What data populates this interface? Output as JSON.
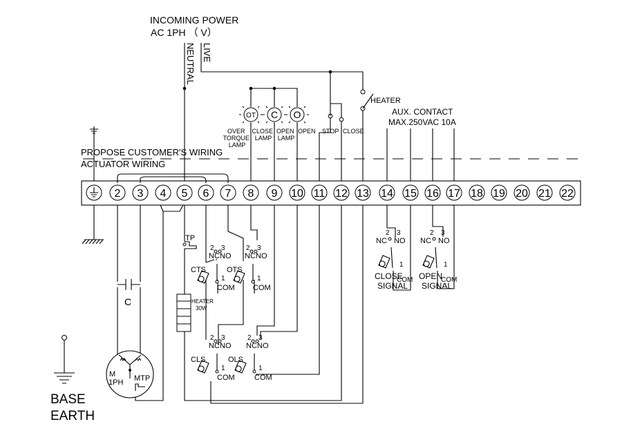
{
  "header": {
    "incoming_power": "INCOMING POWER",
    "ac_spec": "AC  1PH （  V）",
    "neutral": "NEUTRAL",
    "live": "LIVE"
  },
  "lamps": {
    "ot_symbol": "OT",
    "close_symbol": "C",
    "open_symbol": "O",
    "ot_caption": [
      "OVER",
      "TORQUE",
      "LAMP"
    ],
    "close_caption": [
      "CLOSE",
      "LAMP"
    ],
    "open_caption": [
      "OPEN",
      "LAMP"
    ]
  },
  "buttons": {
    "open": "OPEN",
    "stop": "STOP",
    "close": "CLOSE",
    "heater": "HEATER"
  },
  "aux": {
    "line1": "AUX. CONTACT",
    "line2": "MAX.250VAC 10A"
  },
  "wiring": {
    "customer": "PROPOSE CUSTOMER'S WIRING",
    "actuator": "ACTUATOR WIRING"
  },
  "terminals": [
    "2",
    "3",
    "4",
    "5",
    "6",
    "7",
    "8",
    "9",
    "10",
    "11",
    "12",
    "13",
    "14",
    "15",
    "16",
    "17",
    "18",
    "19",
    "20",
    "21",
    "22"
  ],
  "switches": {
    "tp": "TP",
    "nc": "NC",
    "no": "NO",
    "com": "COM",
    "n1": "1",
    "n2": "2",
    "n3": "3",
    "cts": "CTS",
    "ots": "OTS",
    "cls": "CLS",
    "ols": "OLS",
    "heater_res": "HEATER",
    "heater_w": "30W",
    "close_signal": [
      "CLOSE",
      "SIGNAL"
    ],
    "open_signal": [
      "OPEN",
      "SIGNAL"
    ]
  },
  "motor": {
    "capacitor": "C",
    "m": "M",
    "ph": "1PH",
    "mtp": "MTP"
  },
  "base": {
    "line1": "BASE",
    "line2": "EARTH"
  }
}
